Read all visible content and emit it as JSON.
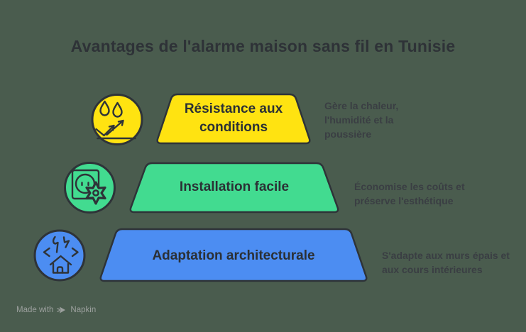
{
  "title": "Avantages de l'alarme maison sans fil en Tunisie",
  "rows": [
    {
      "label": "Résistance aux conditions",
      "description": "Gère la chaleur, l'humidité et la poussière",
      "fill": "#FFE311",
      "icon": "weather-resistance-icon"
    },
    {
      "label": "Installation facile",
      "description": "Économise les coûts et préserve l'esthétique",
      "fill": "#42DB90",
      "icon": "easy-installation-icon"
    },
    {
      "label": "Adaptation architecturale",
      "description": "S'adapte aux murs épais et aux cours intérieures",
      "fill": "#4C8DF2",
      "icon": "architectural-adaptation-icon"
    }
  ],
  "footer": {
    "made_with": "Made with",
    "brand": "Napkin"
  },
  "colors": {
    "background": "#4A5C4E",
    "outline": "#2E3338",
    "title_text": "#2E3237",
    "heading_text": "#2B3035",
    "description_text": "#3A3E43",
    "footer_text": "#9CA09E"
  }
}
